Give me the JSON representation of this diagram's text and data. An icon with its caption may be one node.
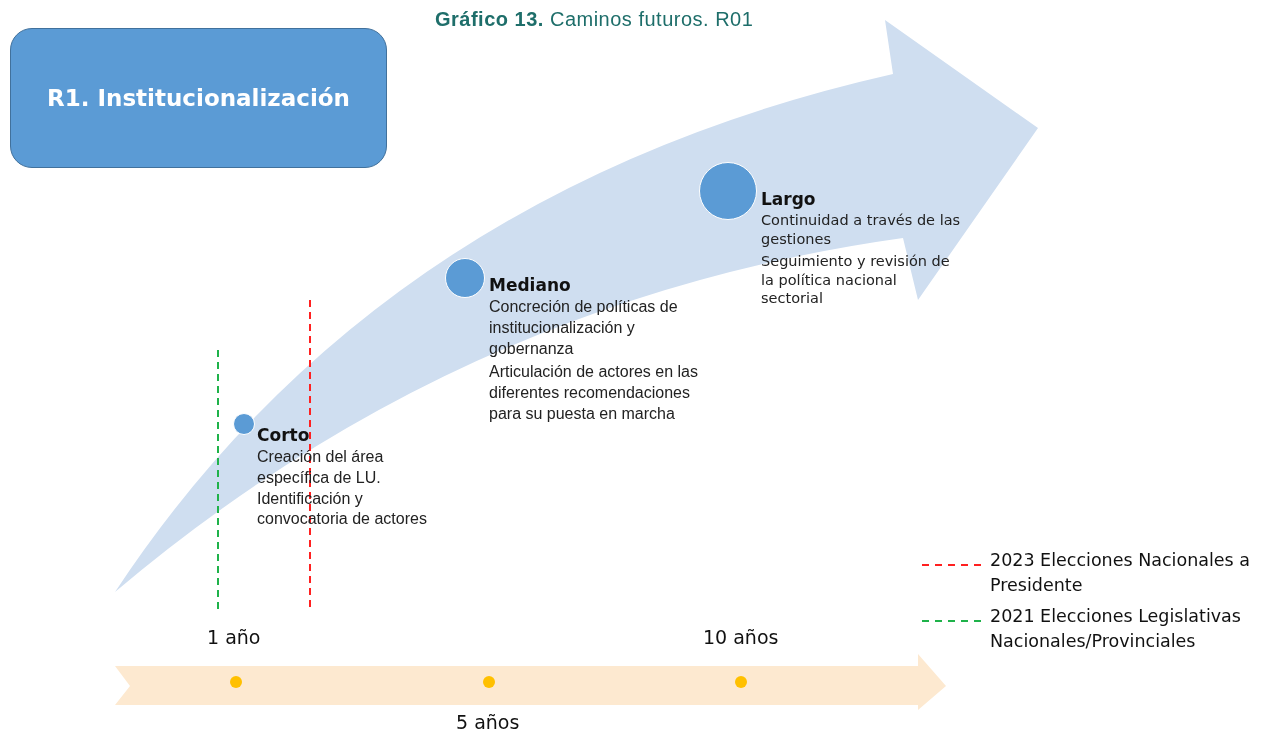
{
  "diagram": {
    "title": "**Gráfico 13.** Caminos futuros. R01",
    "nodes": [
      {
        "text": [
          "R1. Institucionalización"
        ]
      },
      {
        "text": [],
        "shape": "circle",
        "beside": [
          "Corto",
          "Creación del área específica de LU. Identificación y convocatoria de actores"
        ]
      },
      {
        "text": [],
        "shape": "circle",
        "beside": [
          "Mediano",
          "Concreción de políticas de institucionalización y gobernanza",
          "Articulación de actores en las diferentes recomendaciones para su puesta en marcha"
        ]
      },
      {
        "text": [],
        "shape": "circle",
        "beside": [
          "Largo",
          "Continuidad a través de las gestiones",
          "Seguimiento y revisión de la política nacional sectorial"
        ]
      }
    ],
    "edges": [],
    "labels": [
      "1 año",
      "10 años",
      "5 años"
    ],
    "legend": [
      {
        "text": "2023 Elecciones Nacionales a Presidente"
      },
      {
        "text": "2021 Elecciones Legislativas Nacionales/Provinciales"
      }
    ]
  }
}
